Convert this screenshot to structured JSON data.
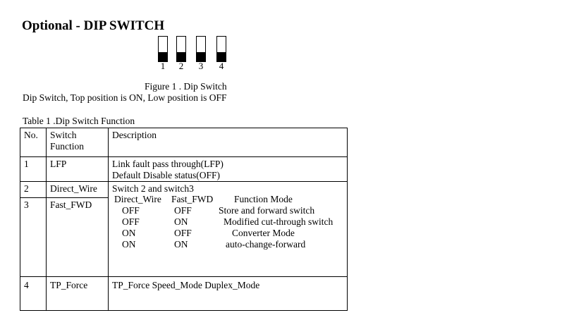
{
  "page": {
    "title": "Optional - DIP SWITCH",
    "figure_caption": "Figure 1 . Dip Switch",
    "figure_note": "Dip Switch, Top position is ON, Low position is OFF",
    "table_caption": "Table 1 .Dip Switch Function",
    "colors": {
      "text": "#000000",
      "background": "#ffffff",
      "switch_lever_fill": "#000000",
      "table_border": "#000000"
    }
  },
  "dip_switch": {
    "labels": [
      "1",
      "2",
      "3",
      "4"
    ],
    "positions": [
      "low",
      "low",
      "low",
      "low"
    ]
  },
  "func_table": {
    "headers": {
      "no": "No.",
      "function": "Switch Function",
      "description": "Description"
    },
    "rows": {
      "r1": {
        "no": "1",
        "fn": "LFP",
        "desc1": "Link fault pass through(LFP)",
        "desc2": "Default Disable status(OFF)"
      },
      "r2": {
        "no": "2",
        "fn": "Direct_Wire",
        "desc": "Switch 2 and switch3"
      },
      "r3": {
        "no": "3",
        "fn": "Fast_FWD"
      },
      "r4": {
        "no": "4",
        "fn": "TP_Force",
        "desc": "TP_Force Speed_Mode Duplex_Mode"
      }
    },
    "mode_table": {
      "header": [
        "Direct_Wire",
        "Fast_FWD",
        "Function Mode"
      ],
      "rows": [
        [
          "OFF",
          "OFF",
          "Store and forward switch"
        ],
        [
          "OFF",
          "ON",
          "Modified cut-through switch"
        ],
        [
          "ON",
          "OFF",
          "Converter Mode"
        ],
        [
          "ON",
          "ON",
          "auto-change-forward"
        ]
      ]
    }
  }
}
